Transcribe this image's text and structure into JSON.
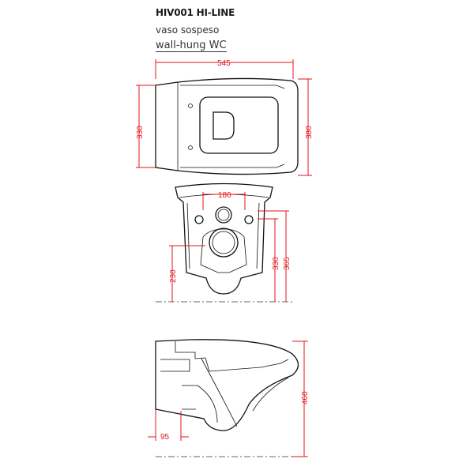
{
  "header": {
    "model": "HIV001 HI-LINE",
    "description_it": "vaso sospeso",
    "description_en": "wall-hung WC"
  },
  "dimensions": {
    "top_view": {
      "length": "545",
      "back_width": "330",
      "width": "380"
    },
    "front_view": {
      "fixing_distance": "180",
      "outlet_height": "230",
      "fixing_height": "330",
      "inlet_height": "365"
    },
    "side_view": {
      "height": "460",
      "outlet_offset": "95"
    }
  },
  "colors": {
    "dimension": "#e4141b",
    "outline": "#111111"
  }
}
